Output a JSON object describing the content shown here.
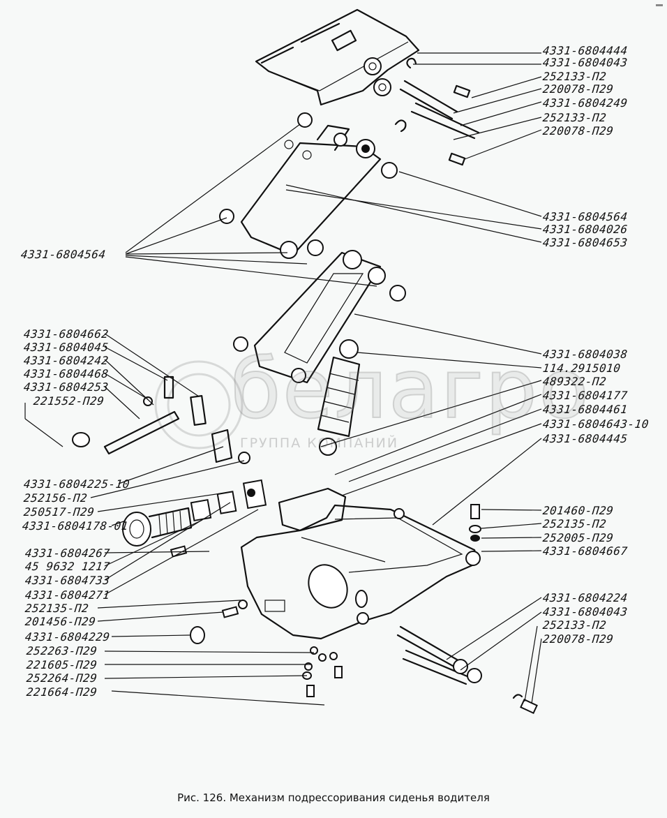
{
  "figure": {
    "caption": "Рис. 126. Механизм подрессоривания сиденья водителя",
    "watermark": {
      "brand": "белагро",
      "subtitle": "ГРУППА КОМПАНИЙ"
    }
  },
  "labels_right": [
    "4331-6804444",
    "4331-6804043",
    "252133-П2",
    "220078-П29",
    "4331-6804249",
    "252133-П2",
    "220078-П29",
    "4331-6804564",
    "4331-6804026",
    "4331-6804653",
    "4331-6804038",
    "114.2915010",
    "489322-П2",
    "4331-6804177",
    "4331-6804461",
    "4331-6804643-10",
    "4331-6804445",
    "201460-П29",
    "252135-П2",
    "252005-П29",
    "4331-6804667",
    "4331-6804224",
    "4331-6804043",
    "252133-П2",
    "220078-П29"
  ],
  "labels_left": [
    "4331-6804564",
    "4331-6804662",
    "4331-6804045",
    "4331-6804242",
    "4331-6804468",
    "4331-6804253",
    "221552-П29",
    "4331-6804225-10",
    "252156-П2",
    "250517-П29",
    "4331-6804178-01",
    "4331-6804267",
    "45 9632 1217",
    "4331-6804733",
    "4331-6804271",
    "252135-П2",
    "201456-П29",
    "4331-6804229",
    "252263-П29",
    "221605-П29",
    "252264-П29",
    "221664-П29"
  ]
}
